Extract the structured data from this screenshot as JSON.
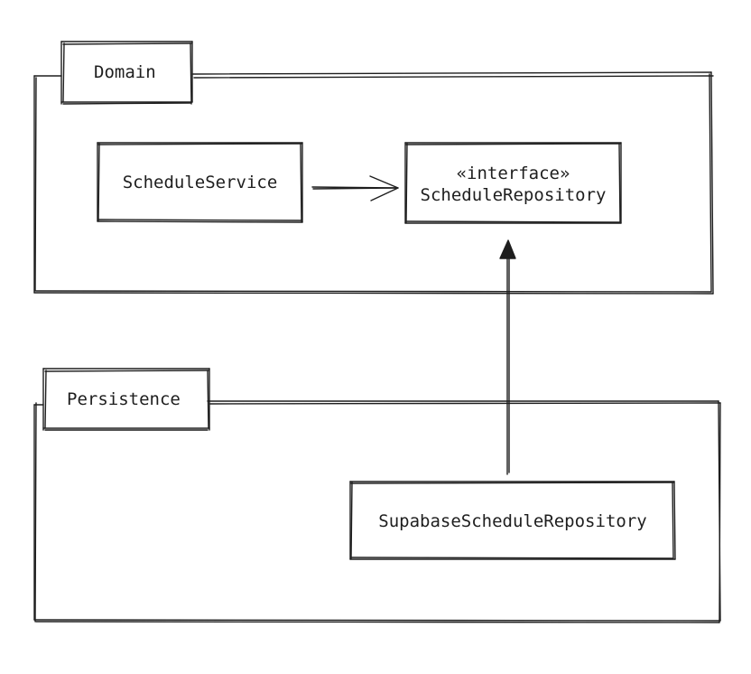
{
  "packages": {
    "domain": {
      "title": "Domain"
    },
    "persistence": {
      "title": "Persistence"
    }
  },
  "classes": {
    "schedule_service": {
      "name": "ScheduleService"
    },
    "schedule_repository": {
      "stereotype": "«interface»",
      "name": "ScheduleRepository"
    },
    "supabase_schedule_repository": {
      "name": "SupabaseScheduleRepository"
    }
  },
  "relationships": [
    {
      "from": "ScheduleService",
      "to": "ScheduleRepository",
      "kind": "dependency"
    },
    {
      "from": "SupabaseScheduleRepository",
      "to": "ScheduleRepository",
      "kind": "realization"
    }
  ],
  "colors": {
    "stroke": "#1e1e1e",
    "background": "#ffffff"
  }
}
